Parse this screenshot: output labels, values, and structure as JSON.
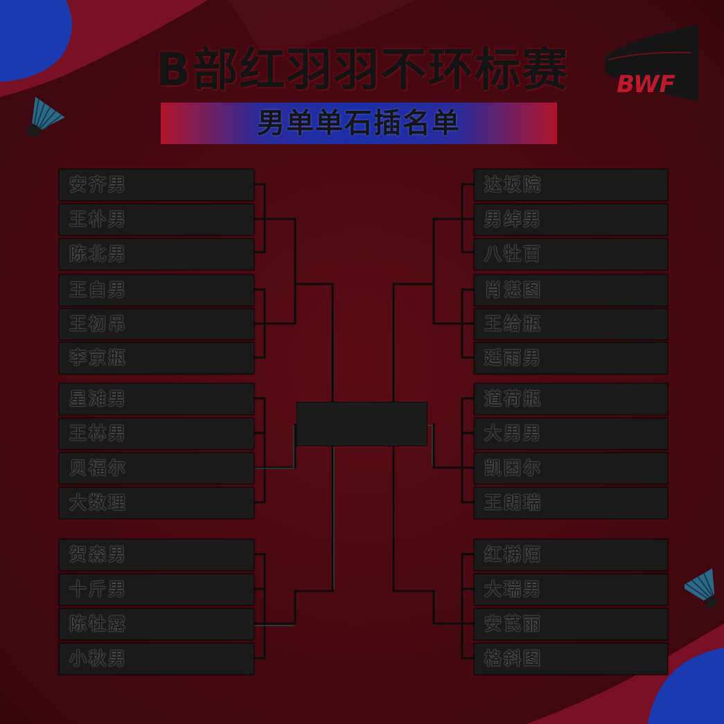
{
  "title": "B部红羽羽不环标赛",
  "subtitle": "男单单石插名单",
  "logo": {
    "text": "BWF",
    "icon": "bwf-logo"
  },
  "colors": {
    "background": "#4a0a12",
    "accent_red": "#b0142a",
    "accent_blue": "#1a2fa8",
    "box": "#1a1a1a"
  },
  "left_players": [
    "安齐男",
    "王朴男",
    "陈北男",
    "王白男",
    "王初吊",
    "李京瓶",
    "星滩男",
    "王林男",
    "贝福尔",
    "大数理",
    "贺森男",
    "十斤男",
    "陈牡露",
    "小秋男"
  ],
  "right_players": [
    "达坂院",
    "男绰男",
    "八牡百",
    "肖湛图",
    "王给瓶",
    "廷雨男",
    "道荷瓶",
    "大男男",
    "凯困尔",
    "王朗瑞",
    "红梯陌",
    "大瑞男",
    "安芪丽",
    "格斜图"
  ],
  "center_slot": ""
}
